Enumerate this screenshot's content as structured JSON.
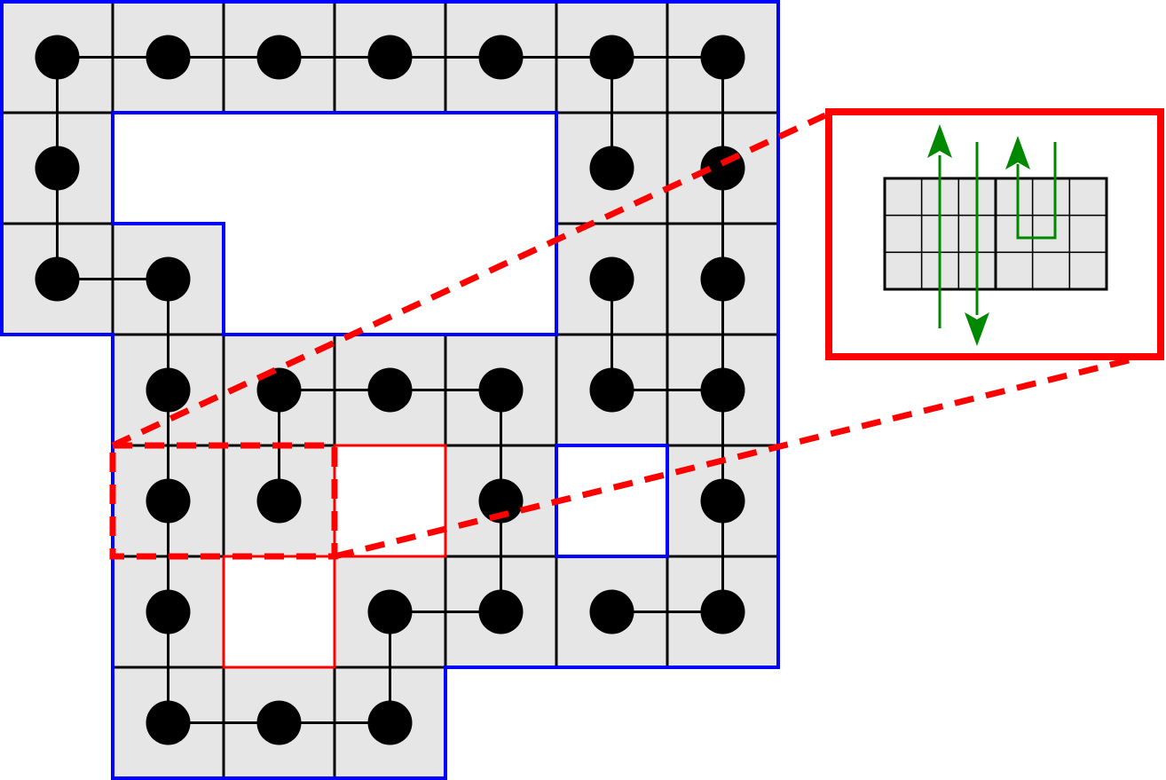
{
  "colors": {
    "cell_fill": "#e6e6e6",
    "grid_line": "#000000",
    "region_outline": "#0000ff",
    "highlight": "#ff0000",
    "node": "#000000",
    "arrow": "#008800",
    "background": "#ffffff"
  },
  "grid": {
    "cols": 7,
    "rows": 7,
    "filled": [
      [
        0,
        0
      ],
      [
        1,
        0
      ],
      [
        2,
        0
      ],
      [
        3,
        0
      ],
      [
        4,
        0
      ],
      [
        5,
        0
      ],
      [
        6,
        0
      ],
      [
        0,
        1
      ],
      [
        5,
        1
      ],
      [
        6,
        1
      ],
      [
        0,
        2
      ],
      [
        1,
        2
      ],
      [
        5,
        2
      ],
      [
        6,
        2
      ],
      [
        1,
        3
      ],
      [
        2,
        3
      ],
      [
        3,
        3
      ],
      [
        4,
        3
      ],
      [
        5,
        3
      ],
      [
        6,
        3
      ],
      [
        1,
        4
      ],
      [
        2,
        4
      ],
      [
        4,
        4
      ],
      [
        6,
        4
      ],
      [
        1,
        5
      ],
      [
        3,
        5
      ],
      [
        4,
        5
      ],
      [
        5,
        5
      ],
      [
        6,
        5
      ],
      [
        1,
        6
      ],
      [
        2,
        6
      ],
      [
        3,
        6
      ]
    ],
    "holes_red": [
      [
        3,
        4
      ],
      [
        2,
        5
      ]
    ],
    "holes_blue": [
      [
        5,
        4
      ]
    ]
  },
  "nodes": [
    [
      0,
      0
    ],
    [
      1,
      0
    ],
    [
      2,
      0
    ],
    [
      3,
      0
    ],
    [
      4,
      0
    ],
    [
      5,
      0
    ],
    [
      6,
      0
    ],
    [
      0,
      1
    ],
    [
      5,
      1
    ],
    [
      6,
      1
    ],
    [
      0,
      2
    ],
    [
      1,
      2
    ],
    [
      5,
      2
    ],
    [
      6,
      2
    ],
    [
      1,
      3
    ],
    [
      2,
      3
    ],
    [
      3,
      3
    ],
    [
      4,
      3
    ],
    [
      5,
      3
    ],
    [
      6,
      3
    ],
    [
      1,
      4
    ],
    [
      2,
      4
    ],
    [
      4,
      4
    ],
    [
      6,
      4
    ],
    [
      1,
      5
    ],
    [
      3,
      5
    ],
    [
      4,
      5
    ],
    [
      5,
      5
    ],
    [
      6,
      5
    ],
    [
      1,
      6
    ],
    [
      2,
      6
    ],
    [
      3,
      6
    ]
  ],
  "edges": [
    [
      [
        0,
        0
      ],
      [
        1,
        0
      ]
    ],
    [
      [
        1,
        0
      ],
      [
        2,
        0
      ]
    ],
    [
      [
        2,
        0
      ],
      [
        3,
        0
      ]
    ],
    [
      [
        3,
        0
      ],
      [
        4,
        0
      ]
    ],
    [
      [
        4,
        0
      ],
      [
        5,
        0
      ]
    ],
    [
      [
        5,
        0
      ],
      [
        6,
        0
      ]
    ],
    [
      [
        0,
        0
      ],
      [
        0,
        1
      ]
    ],
    [
      [
        0,
        1
      ],
      [
        0,
        2
      ]
    ],
    [
      [
        0,
        2
      ],
      [
        1,
        2
      ]
    ],
    [
      [
        1,
        2
      ],
      [
        1,
        3
      ]
    ],
    [
      [
        1,
        3
      ],
      [
        1,
        4
      ]
    ],
    [
      [
        1,
        4
      ],
      [
        1,
        5
      ]
    ],
    [
      [
        1,
        5
      ],
      [
        1,
        6
      ]
    ],
    [
      [
        1,
        6
      ],
      [
        2,
        6
      ]
    ],
    [
      [
        2,
        6
      ],
      [
        3,
        6
      ]
    ],
    [
      [
        3,
        6
      ],
      [
        3,
        5
      ]
    ],
    [
      [
        3,
        5
      ],
      [
        4,
        5
      ]
    ],
    [
      [
        4,
        5
      ],
      [
        4,
        4
      ]
    ],
    [
      [
        4,
        4
      ],
      [
        4,
        3
      ]
    ],
    [
      [
        4,
        3
      ],
      [
        3,
        3
      ]
    ],
    [
      [
        3,
        3
      ],
      [
        2,
        3
      ]
    ],
    [
      [
        2,
        3
      ],
      [
        2,
        4
      ]
    ],
    [
      [
        5,
        0
      ],
      [
        5,
        1
      ]
    ],
    [
      [
        6,
        0
      ],
      [
        6,
        1
      ]
    ],
    [
      [
        6,
        1
      ],
      [
        6,
        2
      ]
    ],
    [
      [
        6,
        2
      ],
      [
        6,
        3
      ]
    ],
    [
      [
        6,
        3
      ],
      [
        6,
        4
      ]
    ],
    [
      [
        6,
        4
      ],
      [
        6,
        5
      ]
    ],
    [
      [
        6,
        5
      ],
      [
        5,
        5
      ]
    ],
    [
      [
        5,
        2
      ],
      [
        5,
        3
      ]
    ],
    [
      [
        5,
        3
      ],
      [
        6,
        3
      ]
    ]
  ],
  "zoom_inset": {
    "mini_grid": {
      "cols": 6,
      "rows": 3,
      "blocks": 2
    },
    "arrows": [
      {
        "name": "arrow-up-left",
        "direction": "up"
      },
      {
        "name": "arrow-down",
        "direction": "down"
      },
      {
        "name": "arrow-up-right",
        "direction": "up",
        "hooked": true
      }
    ]
  }
}
